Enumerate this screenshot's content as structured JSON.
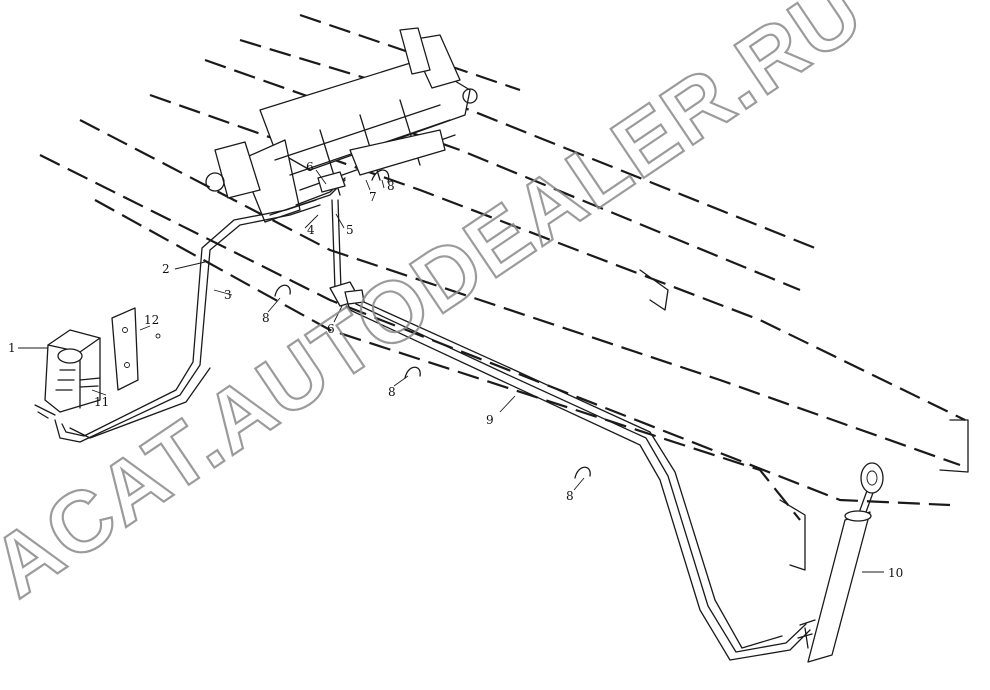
{
  "watermark": {
    "text": "ACAT.AUTODEALER.RU"
  },
  "callouts": [
    {
      "id": "c1",
      "text": "1"
    },
    {
      "id": "c2",
      "text": "2"
    },
    {
      "id": "c3",
      "text": "3"
    },
    {
      "id": "c4",
      "text": "4"
    },
    {
      "id": "c5",
      "text": "5"
    },
    {
      "id": "c6a",
      "text": "6"
    },
    {
      "id": "c6b",
      "text": "6"
    },
    {
      "id": "c7",
      "text": "7"
    },
    {
      "id": "c8a",
      "text": "8"
    },
    {
      "id": "c8b",
      "text": "8"
    },
    {
      "id": "c8c",
      "text": "8"
    },
    {
      "id": "c8d",
      "text": "8"
    },
    {
      "id": "c9",
      "text": "9"
    },
    {
      "id": "c10",
      "text": "10"
    },
    {
      "id": "c11",
      "text": "11"
    },
    {
      "id": "c12",
      "text": "12"
    }
  ]
}
